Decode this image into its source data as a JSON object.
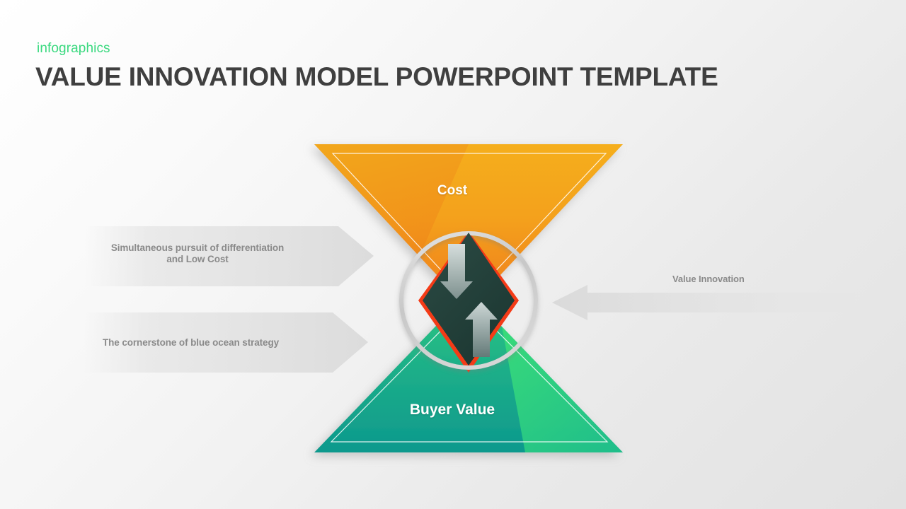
{
  "header": {
    "eyebrow": "infographics",
    "title": "VALUE INNOVATION MODEL POWERPOINT TEMPLATE"
  },
  "diagram": {
    "top_triangle_label": "Cost",
    "bottom_triangle_label": "Buyer Value",
    "center_icon_name": "up-down-arrows-icon",
    "callouts": [
      {
        "name": "callout-differentiation",
        "line1": "Simultaneous pursuit of differentiation",
        "line2": "and Low Cost",
        "direction": "right"
      },
      {
        "name": "callout-blue-ocean",
        "line1": "The cornerstone of blue ocean strategy",
        "line2": "",
        "direction": "right"
      },
      {
        "name": "callout-value-innovation",
        "line1": "Value Innovation",
        "line2": "",
        "direction": "left"
      }
    ]
  },
  "colors": {
    "accent_green": "#3ad97f",
    "title_gray": "#3f3f3f",
    "caption_gray": "#8a8a8a",
    "orange_top": "#f4ac20",
    "orange_bottom": "#ef8020",
    "orange_shade": "#f09a1c",
    "green_top": "#2bc87e",
    "green_bottom": "#0f9a8e",
    "green_highlight": "#3ce070",
    "diamond_dark": "#22423c",
    "diamond_red": "#f43b17",
    "ring_gray": "#cfcfcf",
    "arrow_gray_light": "#c9d2d2",
    "arrow_gray_dark": "#5d6f6d",
    "callout_fill": "#e2e2e2",
    "background": "#eeeeee"
  }
}
